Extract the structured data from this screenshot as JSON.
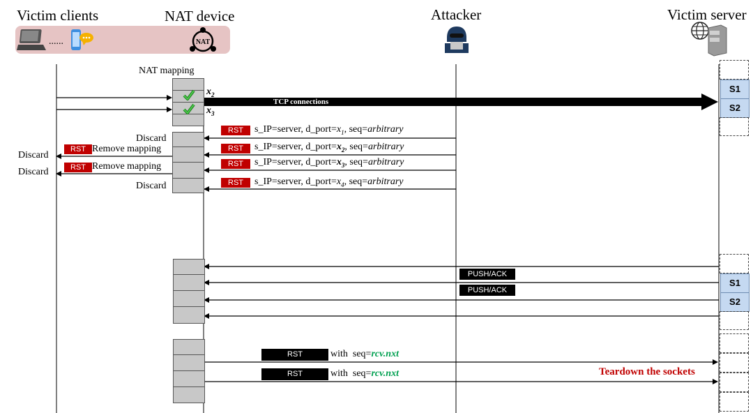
{
  "actors": {
    "victim_clients": "Victim clients",
    "nat_device": "NAT device",
    "attacker": "Attacker",
    "victim_server": "Victim server",
    "client_dots": "......",
    "nat_icon_text": "NAT"
  },
  "nat_mapping_label": "NAT mapping",
  "ports": {
    "x2": "x2",
    "x3": "x3"
  },
  "tcp_connections_label": "TCP connections",
  "sockets": {
    "s1": "S1",
    "s2": "S2"
  },
  "rst_label": "RST",
  "push_ack_label": "PUSH/ACK",
  "discard_label": "Discard",
  "remove_mapping_label": "Remove mapping",
  "attack_packets": [
    {
      "prefix": "s_IP=server, d_port=",
      "port": "x",
      "sub": "1",
      "seq_prefix": ", seq=",
      "seq": "arbitrary"
    },
    {
      "prefix": "s_IP=server, d_port=",
      "port": "x",
      "sub": "2",
      "seq_prefix": ", seq=",
      "seq": "arbitrary"
    },
    {
      "prefix": "s_IP=server, d_port=",
      "port": "x",
      "sub": "3",
      "seq_prefix": ", seq=",
      "seq": "arbitrary"
    },
    {
      "prefix": "s_IP=server, d_port=",
      "port": "x",
      "sub": "4",
      "seq_prefix": ", seq=",
      "seq": "arbitrary"
    }
  ],
  "rst_with_seq": {
    "with": "with",
    "seq_prefix": "seq=",
    "seq": "rcv.nxt"
  },
  "teardown_label": "Teardown the sockets",
  "colors": {
    "rst_red": "#c00000",
    "nat_band": "#e6c4c4",
    "socket_blue": "#c5d9f1",
    "green_seq": "#00a050",
    "teardown": "#c00000"
  }
}
